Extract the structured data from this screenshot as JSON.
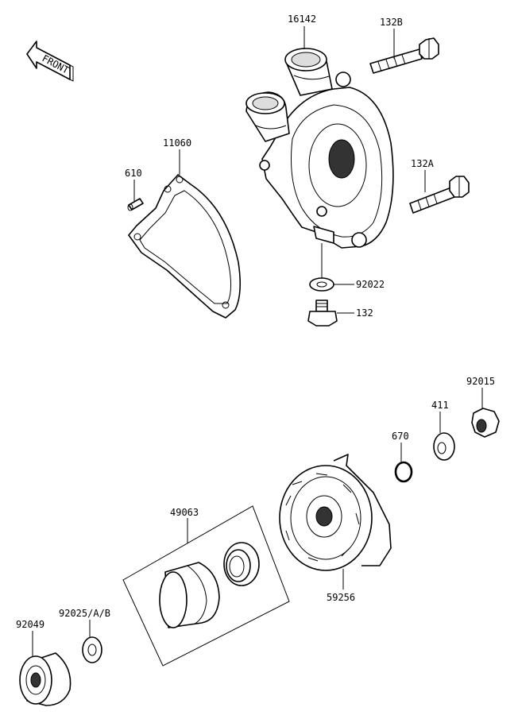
{
  "labels": {
    "front": "FRONT",
    "p16142": "16142",
    "p132B": "132B",
    "p11060": "11060",
    "p610": "610",
    "p132A": "132A",
    "p92022": "92022",
    "p132": "132",
    "p92015": "92015",
    "p411": "411",
    "p670": "670",
    "p49063": "49063",
    "p59256": "59256",
    "p92025": "92025/A/B",
    "p92049": "92049"
  }
}
